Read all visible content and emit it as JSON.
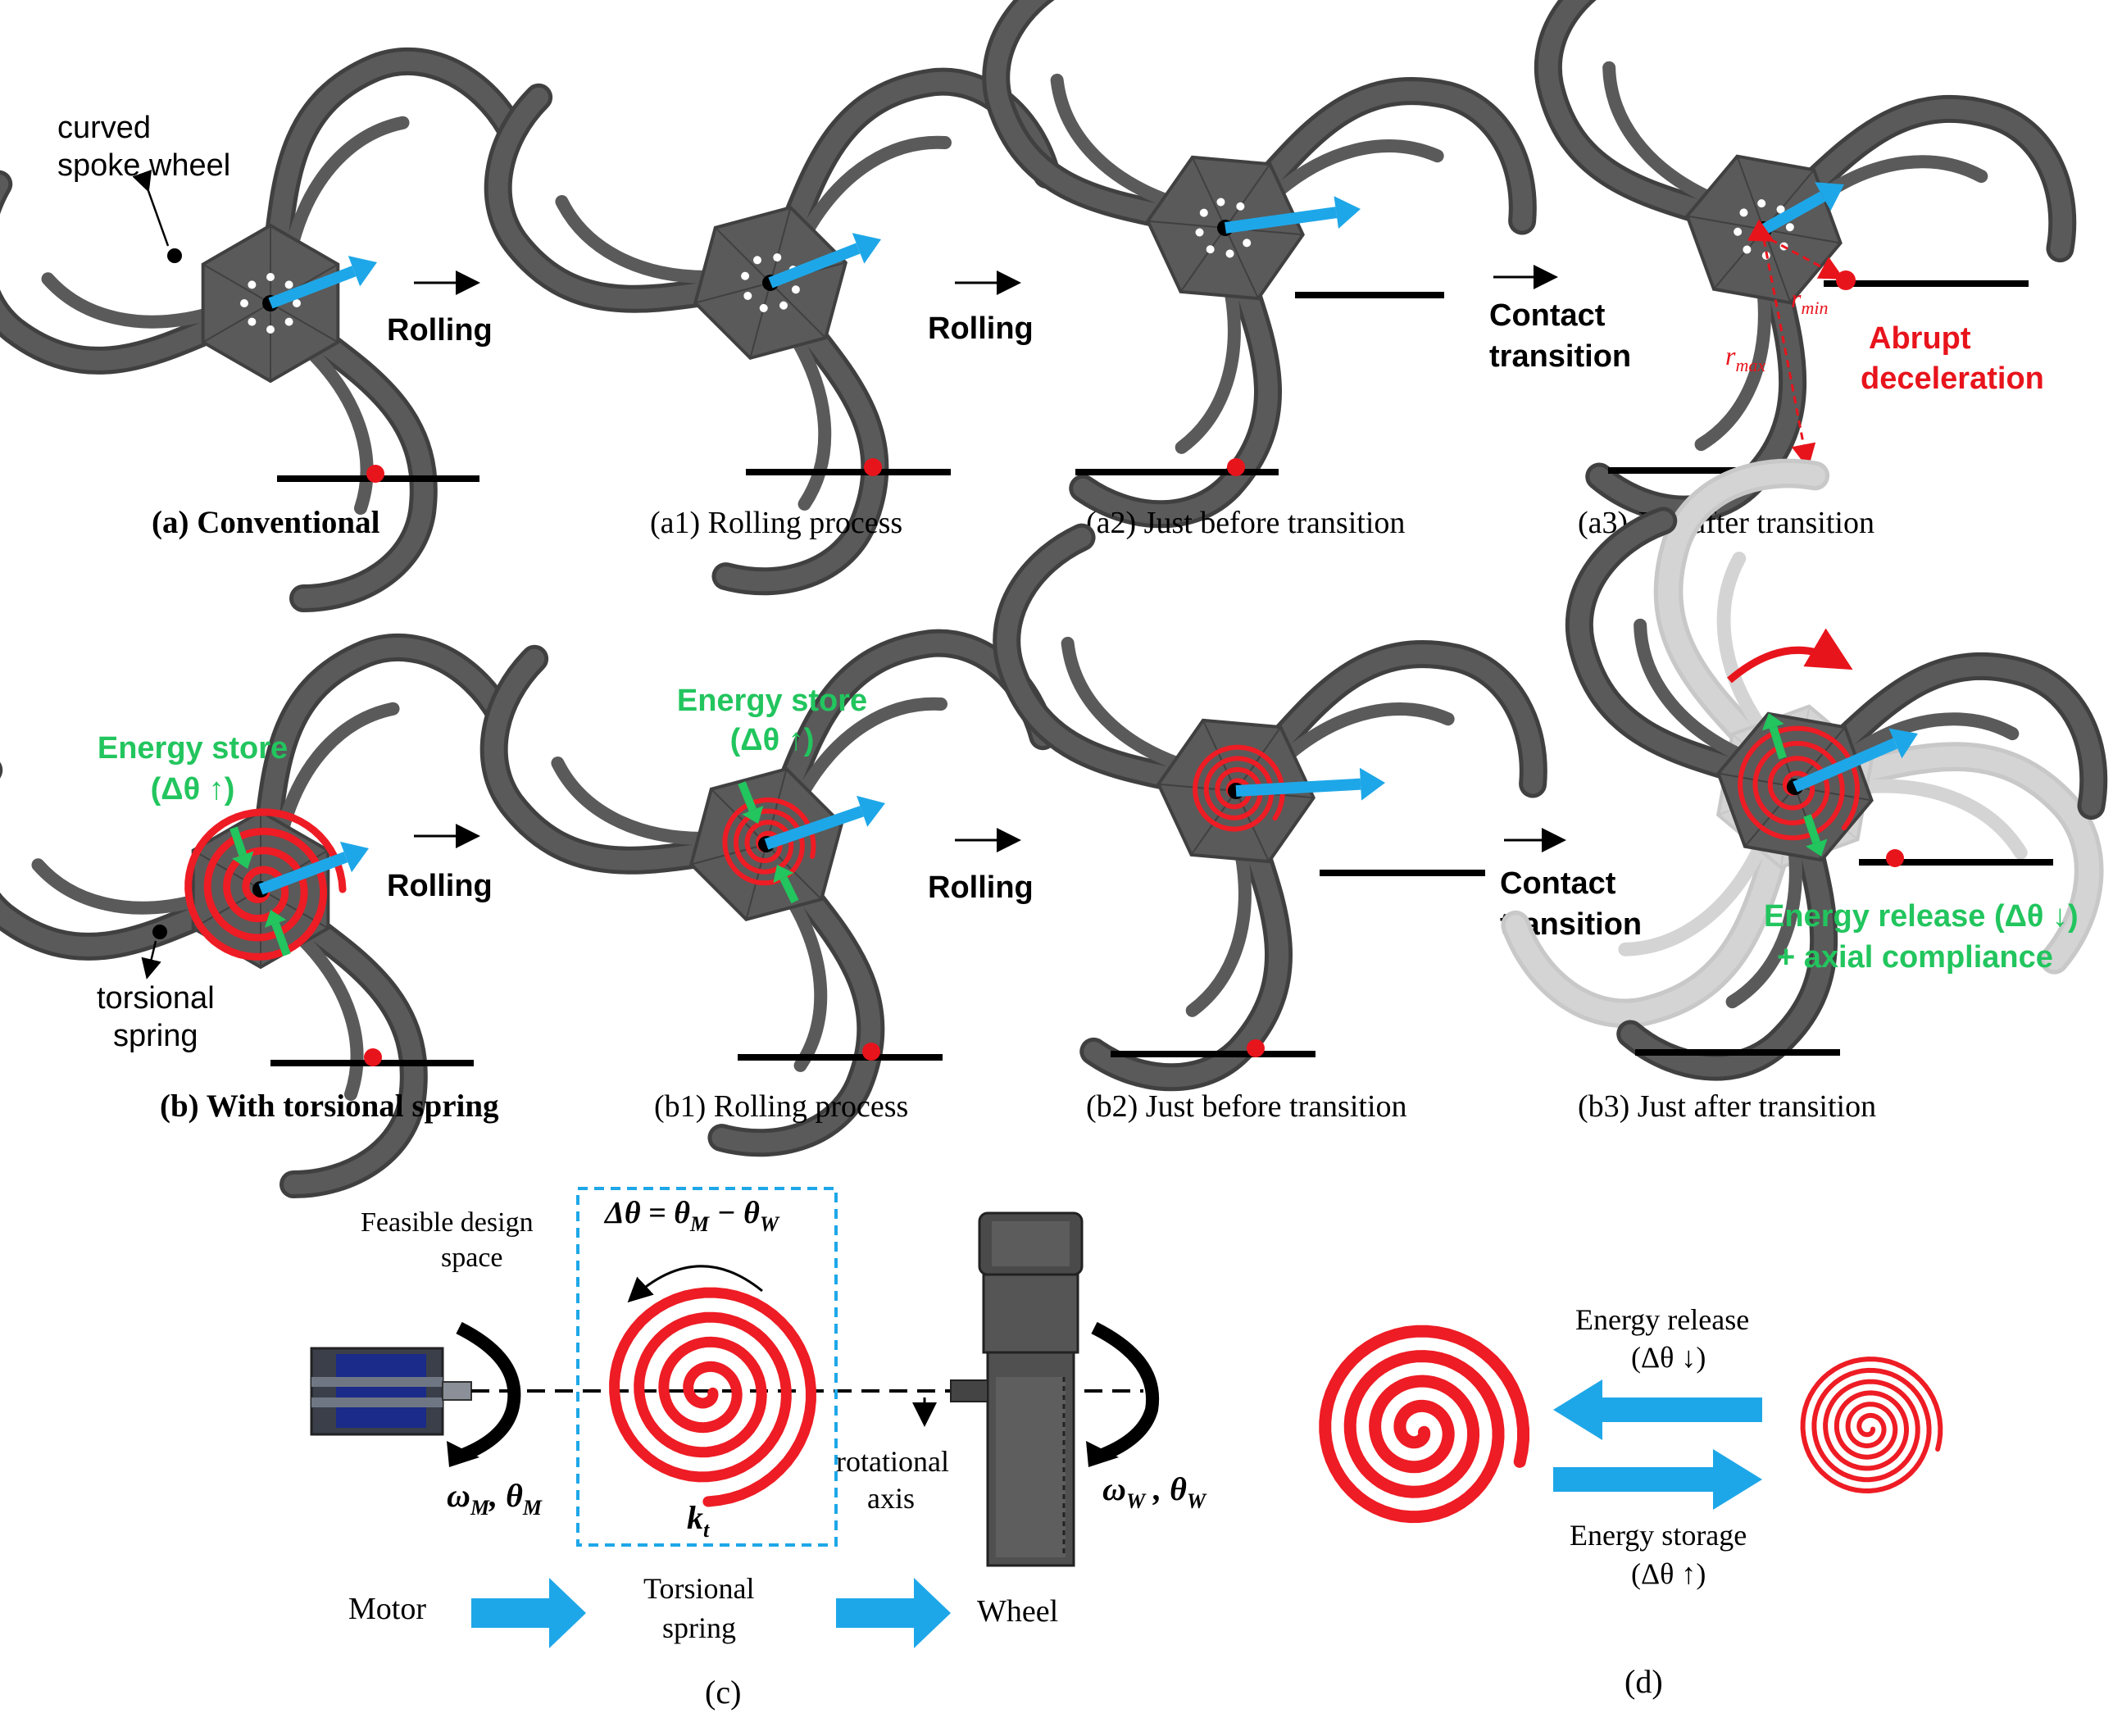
{
  "row_a": {
    "caption_main": "(a) Conventional",
    "caption_a1": "(a1) Rolling process",
    "caption_a2": "(a2) Just before transition",
    "caption_a3": "(a3) Just after transition",
    "wheel_label_line1": "curved",
    "wheel_label_line2": "spoke wheel",
    "rolling_1": "Rolling",
    "rolling_2": "Rolling",
    "contact_line1": "Contact",
    "contact_line2": "transition",
    "r_max": "r",
    "r_max_sub": "max",
    "r_min": "r",
    "r_min_sub": "min",
    "abrupt_line1": "Abrupt",
    "abrupt_line2": "deceleration"
  },
  "row_b": {
    "caption_main": "(b) With torsional spring",
    "caption_b1": "(b1) Rolling process",
    "caption_b2": "(b2) Just before transition",
    "caption_b3": "(b3) Just after transition",
    "energy_store_line1": "Energy store",
    "energy_store_line2": "(Δθ ↑)",
    "spring_label_line1": "torsional",
    "spring_label_line2": "spring",
    "rolling_1": "Rolling",
    "rolling_2": "Rolling",
    "contact_line1": "Contact",
    "contact_line2": "transition",
    "release_line1": "Energy release (Δθ ↓)",
    "release_line2": "+ axial compliance"
  },
  "panel_c": {
    "caption": "(c)",
    "design_space_line1": "Feasible design",
    "design_space_line2": "space",
    "delta_theta_eq": "Δθ = θ",
    "delta_theta_m": "M",
    "delta_theta_minus": " − θ",
    "delta_theta_w": "W",
    "motor_omega": "ω",
    "motor_sub_m": "M",
    "motor_theta": ", θ",
    "wheel_omega": "ω",
    "wheel_sub_w": "W",
    "wheel_theta": " , θ",
    "kt": "k",
    "kt_sub": "t",
    "axis_line1": "rotational",
    "axis_line2": "axis",
    "flow_motor": "Motor",
    "flow_spring_line1": "Torsional",
    "flow_spring_line2": "spring",
    "flow_wheel": "Wheel"
  },
  "panel_d": {
    "caption": "(d)",
    "release_line1": "Energy release",
    "release_line2": "(Δθ ↓)",
    "storage_line1": "Energy storage",
    "storage_line2": "(Δθ ↑)"
  },
  "colors": {
    "wheel": "#5a5a5a",
    "wheel_dark": "#404040",
    "spring": "#ee1c24",
    "arrow_blue": "#1ea7e8",
    "green": "#22c55e",
    "contact_red": "#e8141c",
    "annotation_red": "#e8141c"
  }
}
